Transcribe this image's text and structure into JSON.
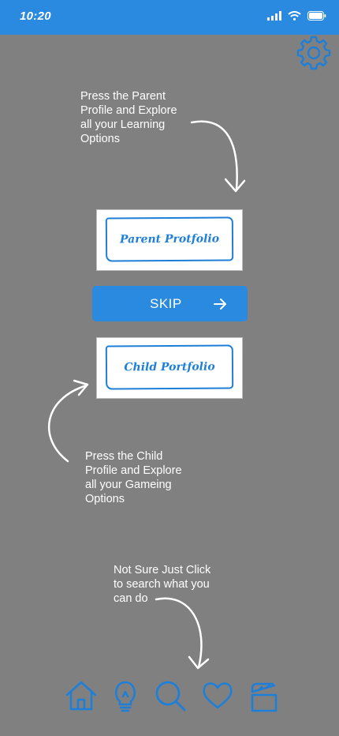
{
  "status_bar": {
    "time": "10:20"
  },
  "hints": {
    "parent": "Press the Parent\nProfile and Explore\nall your Learning\nOptions",
    "child": "Press the Child\nProfile and Explore\nall your Gameing\nOptions",
    "search": "Not Sure Just Click\nto search what you\ncan do"
  },
  "buttons": {
    "parent_label": "Parent Protfolio",
    "skip_label": "SKIP",
    "child_label": "Child Portfolio"
  },
  "bottom_nav": [
    {
      "icon": "home-icon"
    },
    {
      "icon": "lightbulb-icon"
    },
    {
      "icon": "search-icon"
    },
    {
      "icon": "heart-icon"
    },
    {
      "icon": "clapperboard-icon"
    }
  ],
  "colors": {
    "background": "#808080",
    "accent": "#2a8ae0",
    "card_border": "#1e7fd8"
  }
}
